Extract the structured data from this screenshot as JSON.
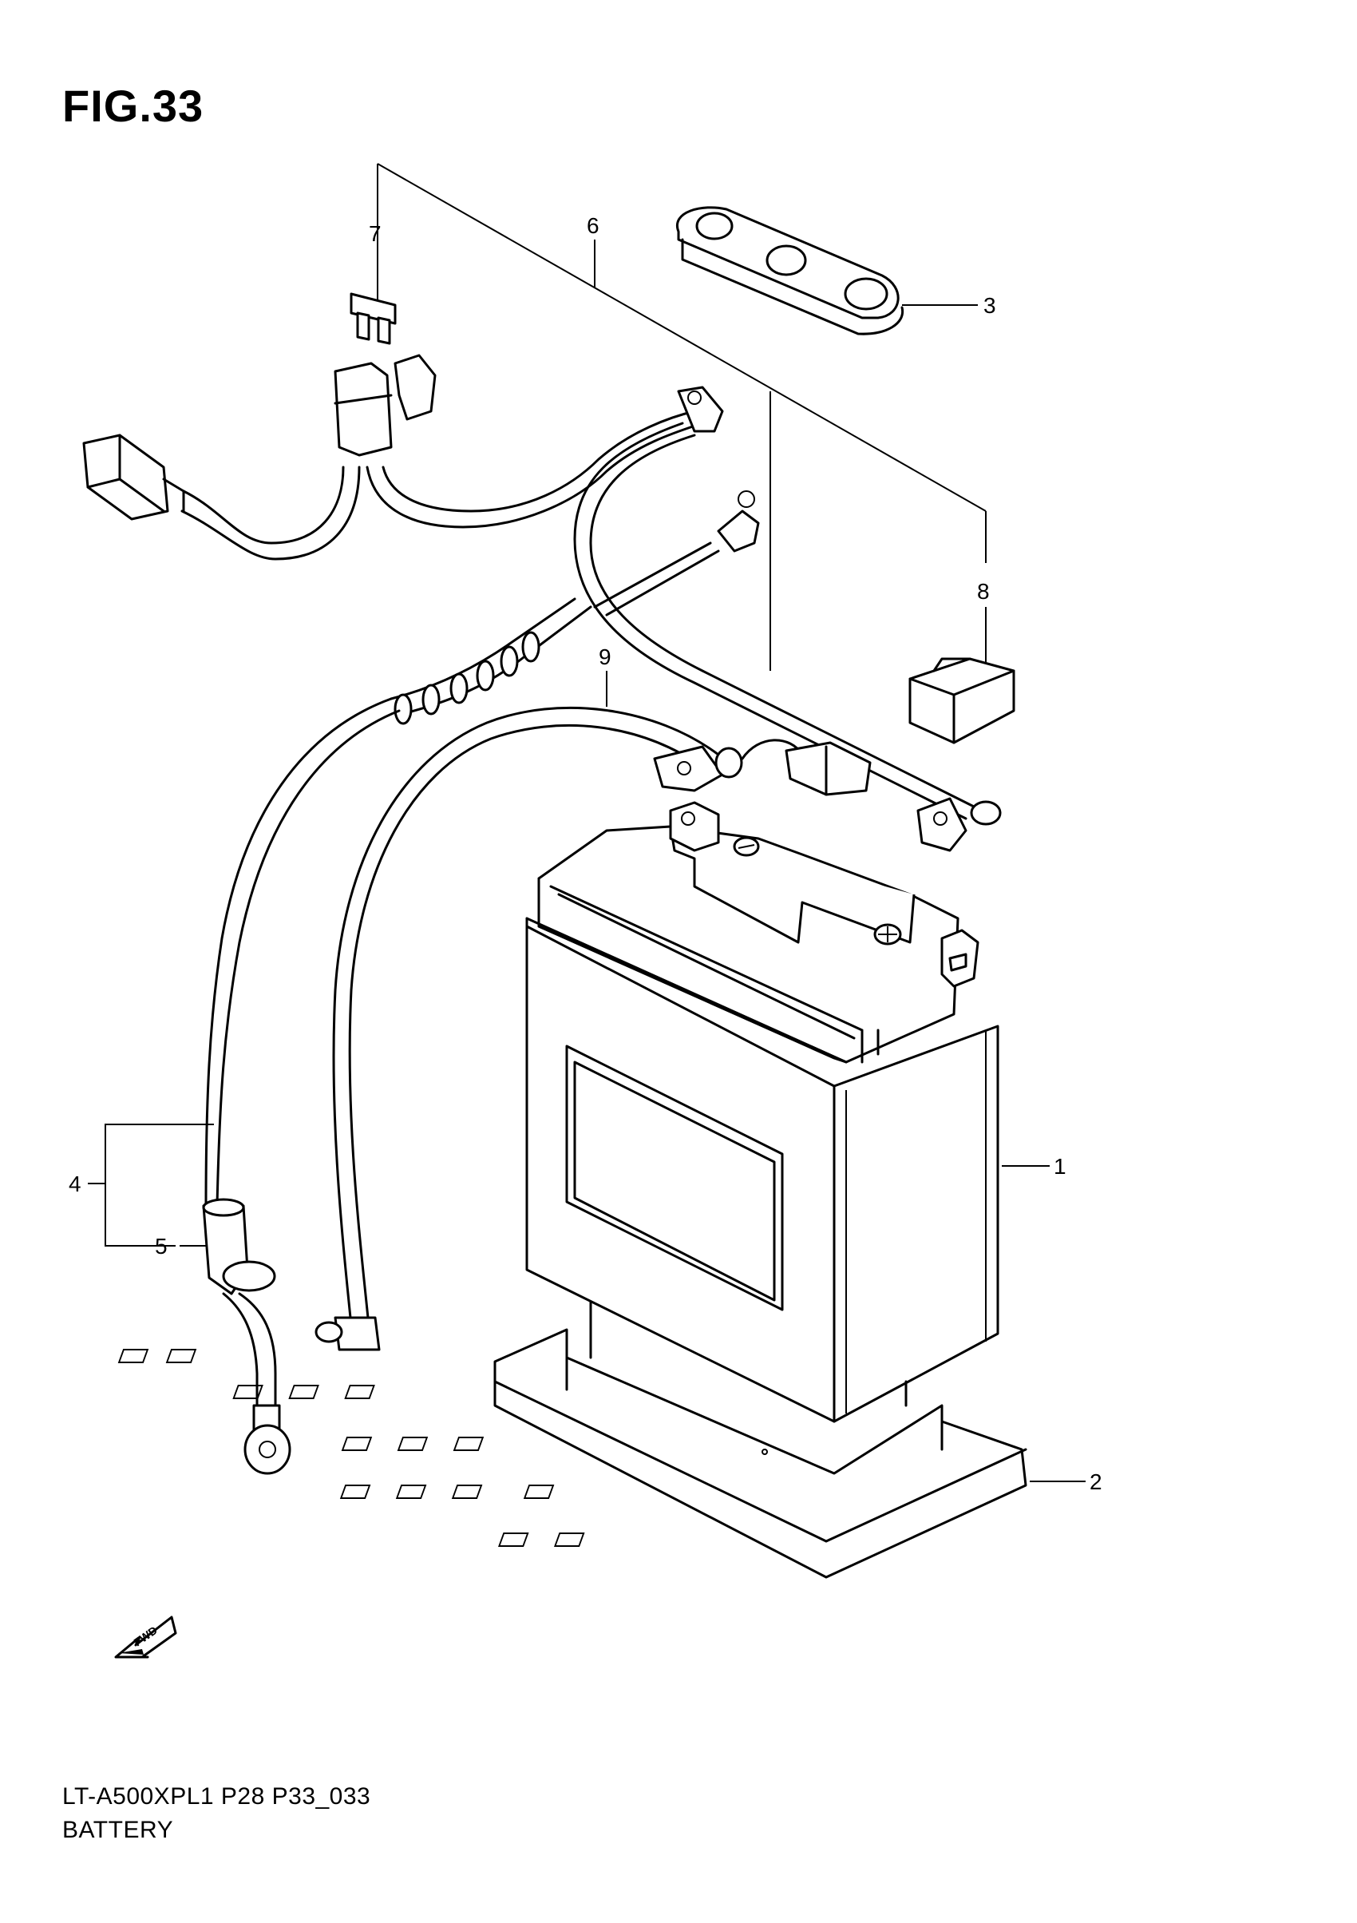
{
  "figure": {
    "title": "FIG.33"
  },
  "callouts": [
    {
      "id": "1",
      "label": "1"
    },
    {
      "id": "2",
      "label": "2"
    },
    {
      "id": "3",
      "label": "3"
    },
    {
      "id": "4",
      "label": "4"
    },
    {
      "id": "5",
      "label": "5"
    },
    {
      "id": "6",
      "label": "6"
    },
    {
      "id": "7",
      "label": "7"
    },
    {
      "id": "8",
      "label": "8"
    },
    {
      "id": "9",
      "label": "9"
    }
  ],
  "fwd_badge": {
    "label": "FWD"
  },
  "footer": {
    "model_code": "LT-A500XPL1 P28 P33_033",
    "section_name": "BATTERY"
  }
}
